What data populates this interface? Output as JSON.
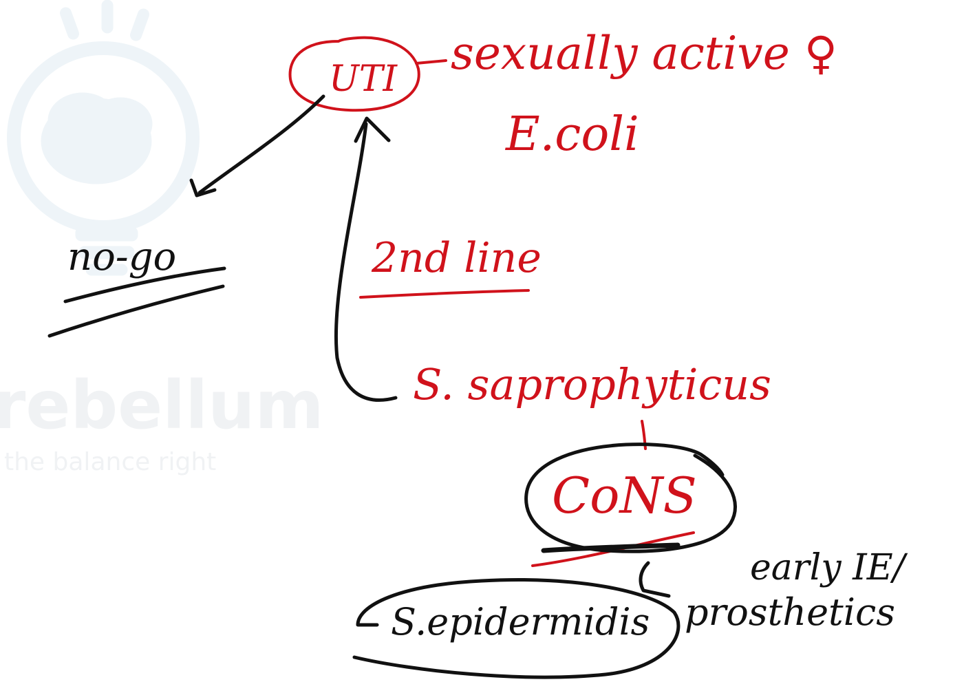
{
  "colors": {
    "ink_red": "#d0121b",
    "ink_black": "#111111",
    "watermark": "#eef4f8",
    "watermark_text": "#f0f2f4"
  },
  "watermark": {
    "logo_icon": "lightbulb-brain-icon",
    "brand_partial": "rebellum",
    "tagline_partial": "the balance right"
  },
  "notes": {
    "uti": "UTI",
    "uti_note_line1": "sexually active ♀",
    "uti_note_line2": "E.coli",
    "no_go": "no-go",
    "second_line": "2nd line",
    "s_sapro": "S. saprophyticus",
    "cons": "CoNS",
    "early_ie": "early IE/",
    "s_epi": "S.epidermidis",
    "prosthetics": "prosthetics"
  }
}
